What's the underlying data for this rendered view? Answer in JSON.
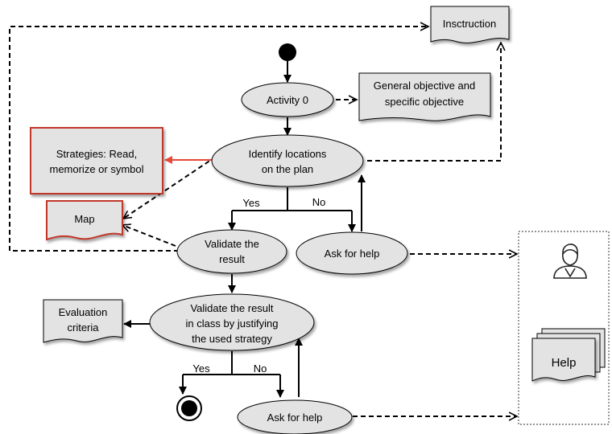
{
  "nodes": {
    "instruction": "Insctruction",
    "activity0": "Activity 0",
    "objective_line1": "General objective and",
    "objective_line2": "specific objective",
    "identify_line1": "Identify locations",
    "identify_line2": "on the plan",
    "strategies_line1": "Strategies: Read,",
    "strategies_line2": "memorize or symbol",
    "map": "Map",
    "validate_line1": "Validate the",
    "validate_line2": "result",
    "ask_help_1": "Ask for help",
    "eval_line1": "Evaluation",
    "eval_line2": "criteria",
    "validate_class_line1": "Validate the result",
    "validate_class_line2": "in class by justifying",
    "validate_class_line3": "the used strategy",
    "ask_help_2": "Ask for help",
    "help": "Help"
  },
  "edge_labels": {
    "yes_1": "Yes",
    "no_1": "No",
    "yes_2": "Yes",
    "no_2": "No"
  },
  "colors": {
    "node_fill": "#e3e3e3",
    "stroke": "#000000",
    "highlight": "#c0392b",
    "red_arrow": "#e8473a"
  }
}
